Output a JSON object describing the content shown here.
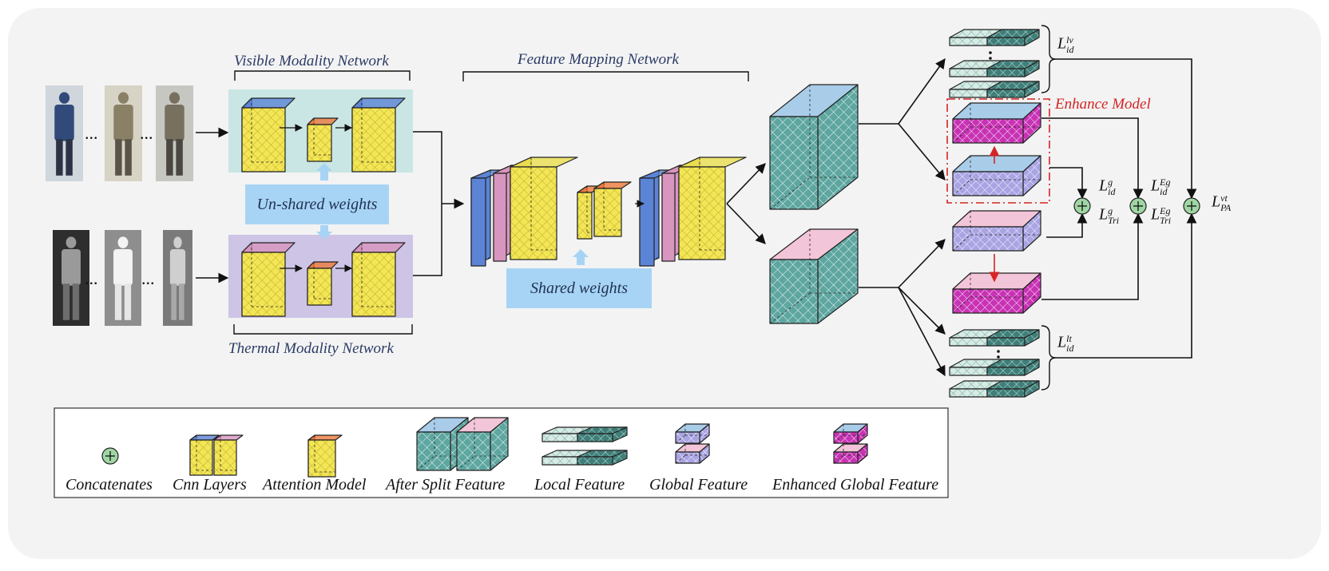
{
  "diagram": {
    "labels": {
      "visible_network": "Visible Modality Network",
      "thermal_network": "Thermal Modality Network",
      "feature_mapping": "Feature Mapping Network",
      "unshared_weights": "Un-shared weights",
      "shared_weights": "Shared weights",
      "enhance_model": "Enhance Model",
      "ellipsis": "..."
    },
    "losses": {
      "l_id_lv": {
        "base": "L",
        "sub": "id",
        "sup": "lv"
      },
      "l_id_g": {
        "base": "L",
        "sub": "id",
        "sup": "g"
      },
      "l_tri_g": {
        "base": "L",
        "sub": "Tri",
        "sup": "g"
      },
      "l_id_eg": {
        "base": "L",
        "sub": "id",
        "sup": "Eg"
      },
      "l_tri_eg": {
        "base": "L",
        "sub": "Tri",
        "sup": "Eg"
      },
      "l_pa_vt": {
        "base": "L",
        "sub": "PA",
        "sup": "vt"
      },
      "l_id_lt": {
        "base": "L",
        "sub": "id",
        "sup": "lt"
      }
    },
    "legend": [
      {
        "icon": "concatenate-icon",
        "label": "Concatenates"
      },
      {
        "icon": "cnn-layers-icon",
        "label": "Cnn Layers"
      },
      {
        "icon": "attention-model-icon",
        "label": "Attention Model"
      },
      {
        "icon": "split-feature-icon",
        "label": "After Split Feature"
      },
      {
        "icon": "local-feature-icon",
        "label": "Local Feature"
      },
      {
        "icon": "global-feature-icon",
        "label": "Global Feature"
      },
      {
        "icon": "enhanced-global-feature-icon",
        "label": "Enhanced Global Feature"
      }
    ],
    "colors": {
      "background_panel": "#f3f3f3",
      "visible_bg": "#c9e6e4",
      "thermal_bg": "#cdc4e6",
      "weights_box": "#a7d4f5",
      "blue_face": "#5b84d6",
      "pink_face": "#d895bf",
      "yellow_face": "#f2e655",
      "orange_face": "#ee7a3c",
      "teal_cube": "#5ea6a0",
      "sky_cube_top": "#a9cde9",
      "pink_cube_top": "#f3c5d8",
      "lavender": "#a9a4e3",
      "magenta": "#c832b4",
      "enhance_red": "#d42424",
      "concat_green": "#9fd6a4"
    }
  }
}
